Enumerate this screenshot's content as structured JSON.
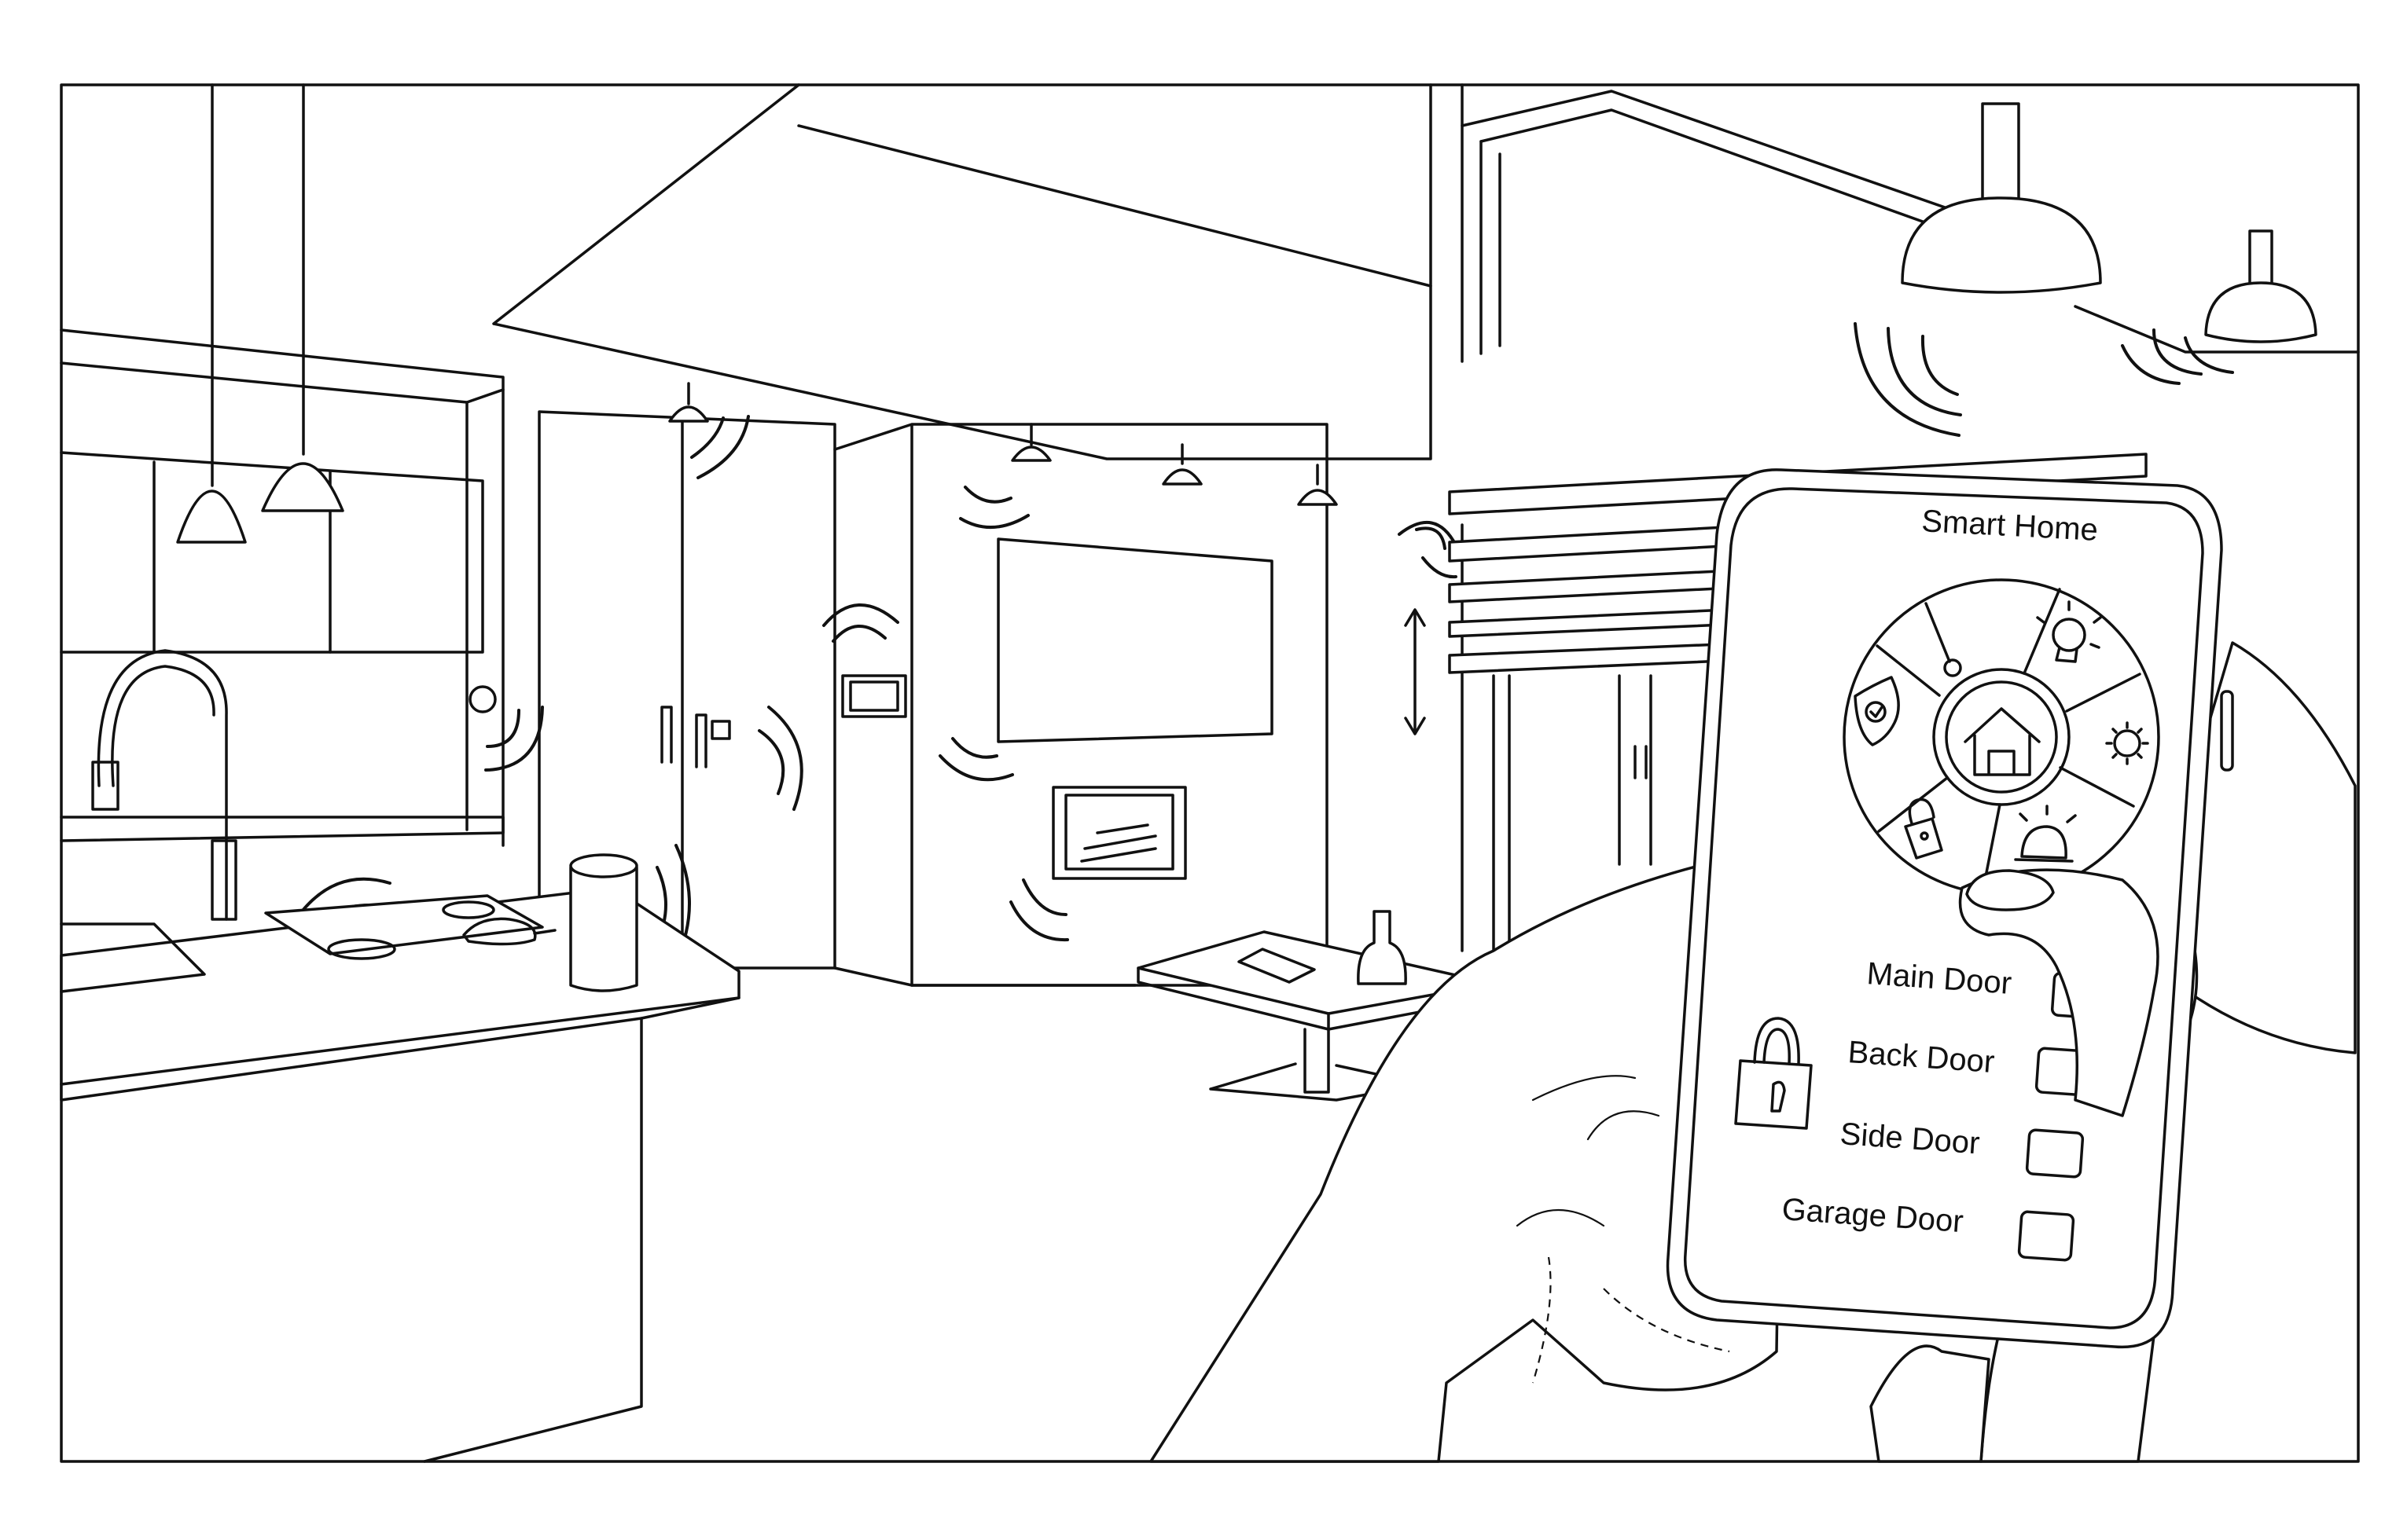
{
  "colors": {
    "ink": "#111111",
    "paper": "#ffffff"
  },
  "phone": {
    "title": "Smart Home",
    "wheel": {
      "center": "home-icon",
      "segments": [
        "thermometer-icon",
        "lightbulb-icon",
        "gear-icon",
        "alarm-light-icon",
        "lock-icon",
        "shield-icon"
      ]
    },
    "doors_icon": "padlock-icon",
    "doors": [
      {
        "label": "Main Door"
      },
      {
        "label": "Back Door"
      },
      {
        "label": "Side Door"
      },
      {
        "label": "Garage Door"
      }
    ]
  }
}
